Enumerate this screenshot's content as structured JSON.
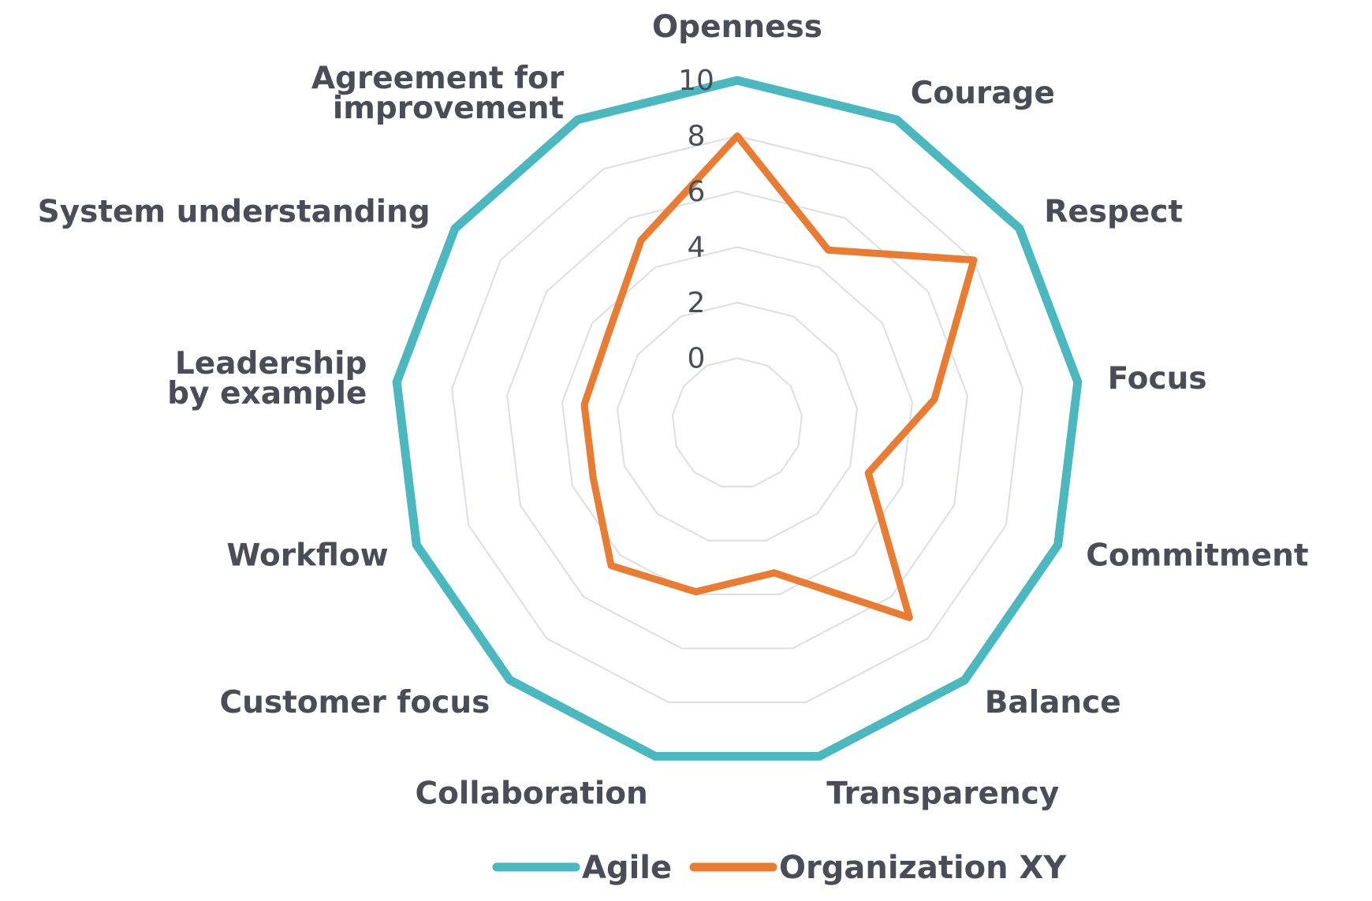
{
  "chart_data": {
    "type": "radar",
    "title": "",
    "axes": [
      "Openness",
      "Courage",
      "Respect",
      "Focus",
      "Commitment",
      "Balance",
      "Transparency",
      "Collaboration",
      "Customer focus",
      "Workflow",
      "Leadership by example",
      "System understanding",
      "Agreement for improvement"
    ],
    "axis_label_lines": [
      [
        "Openness"
      ],
      [
        "Courage"
      ],
      [
        "Respect"
      ],
      [
        "Focus"
      ],
      [
        "Commitment"
      ],
      [
        "Balance"
      ],
      [
        "Transparency"
      ],
      [
        "Collaboration"
      ],
      [
        "Customer focus"
      ],
      [
        "Workflow"
      ],
      [
        "Leadership",
        "by example"
      ],
      [
        "System understanding"
      ],
      [
        "Agreement for",
        "improvement"
      ]
    ],
    "rlim": [
      0,
      10
    ],
    "ticks": [
      0,
      2,
      4,
      6,
      8,
      10
    ],
    "tick_labels": [
      "0",
      "2",
      "4",
      "6",
      "8",
      "10"
    ],
    "grid": true,
    "legend_position": "bottom",
    "series": [
      {
        "name": "Agile",
        "color": "#4bb8bf",
        "values": [
          10,
          10,
          10,
          10,
          10,
          10,
          10,
          10,
          10,
          10,
          10,
          10,
          10
        ]
      },
      {
        "name": "Organization XY",
        "color": "#e87c33",
        "values": [
          8,
          4.7,
          8,
          4.8,
          2.7,
          7,
          3.2,
          3.9,
          4.5,
          3.2,
          3.2,
          3.3,
          5.1
        ]
      }
    ]
  }
}
